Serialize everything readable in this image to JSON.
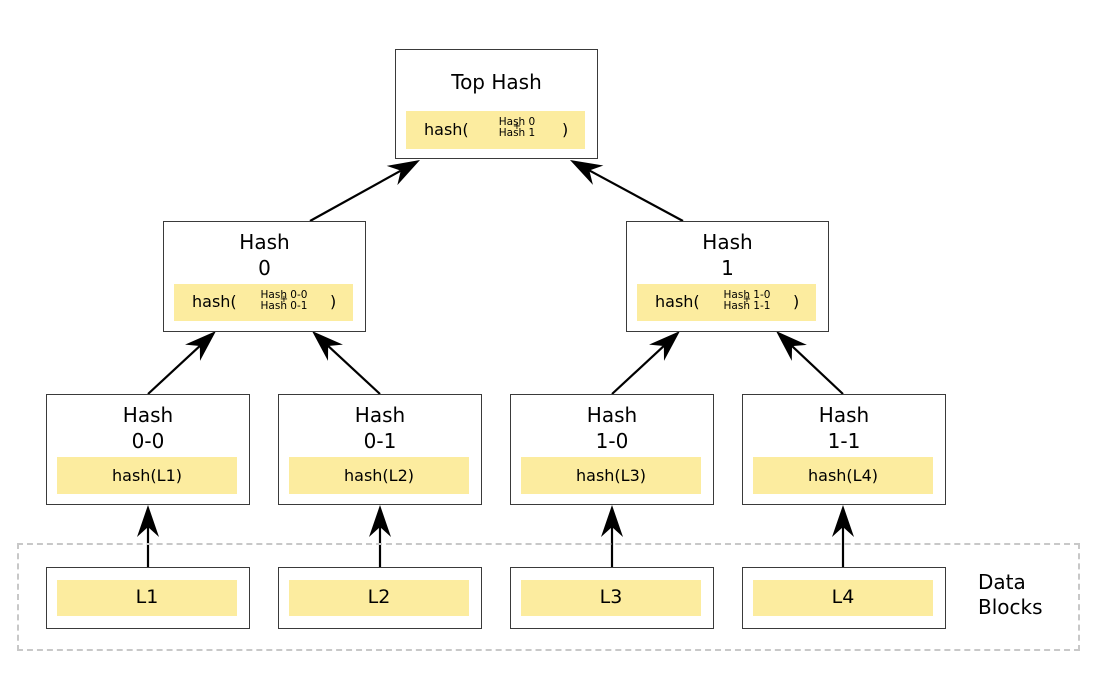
{
  "top": {
    "title": "Top Hash",
    "fn_open": "hash(",
    "operand_a": "Hash 0",
    "plus": "+",
    "operand_b": "Hash 1",
    "fn_close": ")"
  },
  "hash0": {
    "title_line1": "Hash",
    "title_line2": "0",
    "fn_open": "hash(",
    "operand_a": "Hash 0-0",
    "plus": "+",
    "operand_b": "Hash 0-1",
    "fn_close": ")"
  },
  "hash1": {
    "title_line1": "Hash",
    "title_line2": "1",
    "fn_open": "hash(",
    "operand_a": "Hash 1-0",
    "plus": "+",
    "operand_b": "Hash 1-1",
    "fn_close": ")"
  },
  "leaf_hashes": [
    {
      "title_line1": "Hash",
      "title_line2": "0-0",
      "value": "hash(L1)"
    },
    {
      "title_line1": "Hash",
      "title_line2": "0-1",
      "value": "hash(L2)"
    },
    {
      "title_line1": "Hash",
      "title_line2": "1-0",
      "value": "hash(L3)"
    },
    {
      "title_line1": "Hash",
      "title_line2": "1-1",
      "value": "hash(L4)"
    }
  ],
  "data_blocks": {
    "label_line1": "Data",
    "label_line2": "Blocks",
    "items": [
      "L1",
      "L2",
      "L3",
      "L4"
    ]
  },
  "colors": {
    "highlight": "#fcec9f",
    "border": "#3a3a3a",
    "dashed_region": "#c8c8c8",
    "arrow": "#000000"
  }
}
